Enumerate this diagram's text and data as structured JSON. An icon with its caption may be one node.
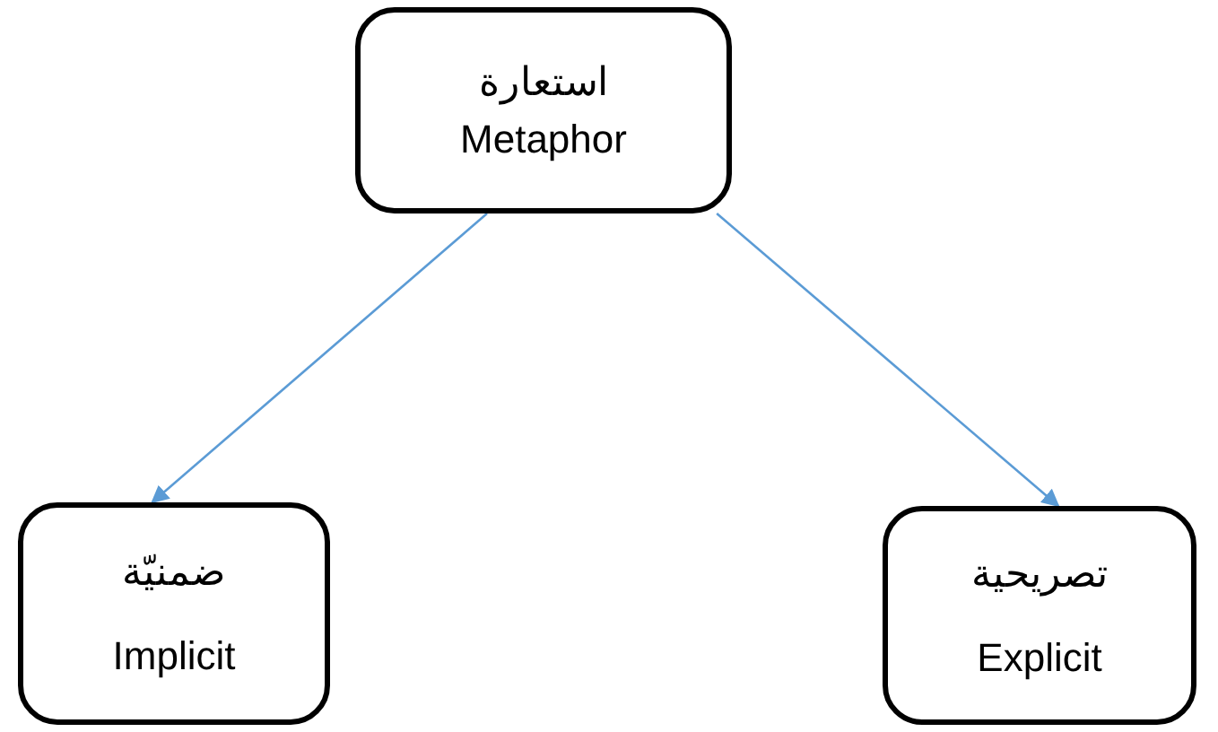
{
  "diagram": {
    "nodes": [
      {
        "text": [
          "استعارة",
          "Metaphor"
        ]
      },
      {
        "text": [
          "ضمنيّة",
          "Implicit"
        ]
      },
      {
        "text": [
          "تصريحية",
          "Explicit"
        ]
      }
    ],
    "edges": [
      {
        "from": 0,
        "to": 1,
        "arrow": "to"
      },
      {
        "from": 0,
        "to": 2,
        "arrow": "to"
      }
    ]
  }
}
